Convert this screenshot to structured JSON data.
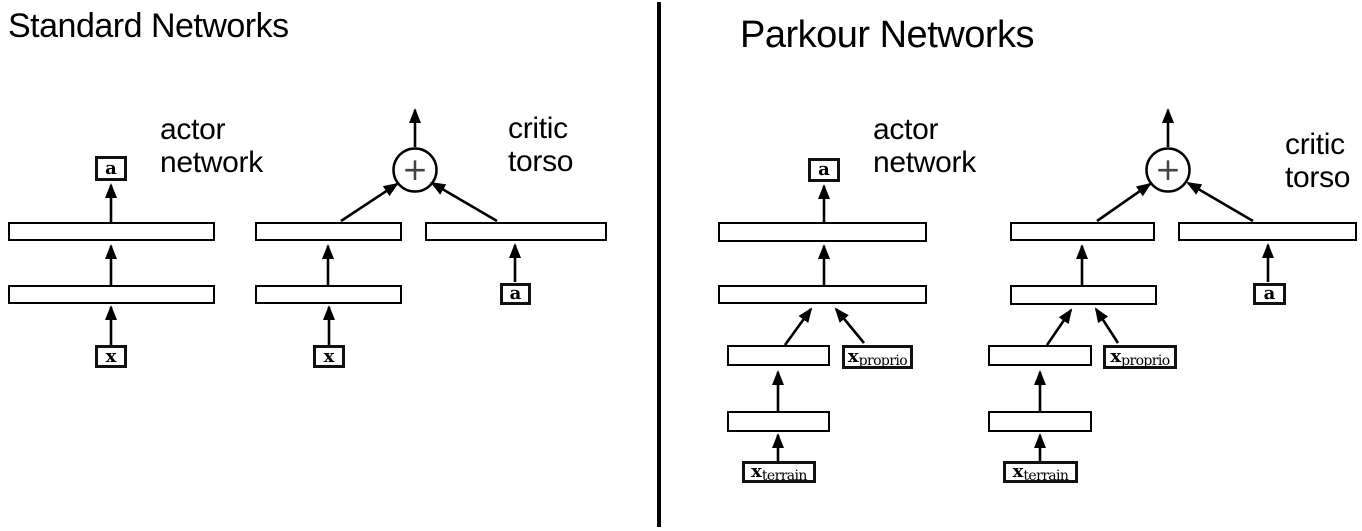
{
  "standard": {
    "title": "Standard Networks",
    "actor_label": {
      "line1": "actor",
      "line2": "network"
    },
    "critic_label": {
      "line1": "critic",
      "line2": "torso"
    },
    "actor": {
      "output_label": "a",
      "input_label": "x"
    },
    "critic": {
      "sum_symbol": "+",
      "obs_input_label": "x",
      "action_input_label": "a"
    }
  },
  "parkour": {
    "title": "Parkour Networks",
    "actor_label": {
      "line1": "actor",
      "line2": "network"
    },
    "critic_label": {
      "line1": "critic",
      "line2": "torso"
    },
    "actor": {
      "output_label": "a"
    },
    "critic": {
      "sum_symbol": "+",
      "action_input_label": "a"
    },
    "inputs": {
      "proprio": {
        "base": "x",
        "sub": "proprio"
      },
      "terrain": {
        "base": "x",
        "sub": "terrain"
      }
    }
  },
  "colors": {
    "ink": "#000000",
    "background": "#ffffff"
  }
}
